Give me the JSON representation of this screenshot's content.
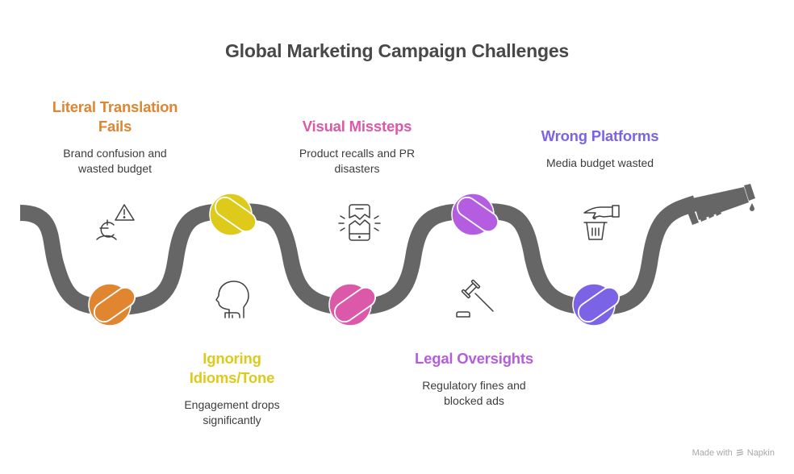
{
  "title": "Global Marketing Campaign Challenges",
  "colors": {
    "hose": "#666666",
    "orange": "#E08530",
    "yellow": "#DDCA1B",
    "pink": "#DC58A8",
    "violet": "#B45DE0",
    "purple": "#7B63E6",
    "text": "#3c3c3c",
    "title": "#484848"
  },
  "challenges": [
    {
      "heading": "Literal Translation Fails",
      "heading_lines": [
        "Literal Translation",
        "Fails"
      ],
      "desc_lines": [
        "Brand confusion and",
        "wasted budget"
      ],
      "color": "#E08530",
      "icon": "euro-warning-icon"
    },
    {
      "heading": "Ignoring Idioms/Tone",
      "heading_lines": [
        "Ignoring",
        "Idioms/Tone"
      ],
      "desc_lines": [
        "Engagement drops",
        "significantly"
      ],
      "color": "#DDCA1B",
      "icon": "head-profile-icon"
    },
    {
      "heading": "Visual Missteps",
      "heading_lines": [
        "Visual Missteps"
      ],
      "desc_lines": [
        "Product recalls and PR",
        "disasters"
      ],
      "color": "#DC58A8",
      "icon": "broken-phone-icon"
    },
    {
      "heading": "Legal Oversights",
      "heading_lines": [
        "Legal Oversights"
      ],
      "desc_lines": [
        "Regulatory fines and",
        "blocked ads"
      ],
      "color": "#B45DE0",
      "icon": "gavel-icon"
    },
    {
      "heading": "Wrong Platforms",
      "heading_lines": [
        "Wrong Platforms"
      ],
      "desc_lines": [
        "Media budget wasted"
      ],
      "color": "#7B63E6",
      "icon": "hand-trash-icon"
    }
  ],
  "footer": {
    "made_with": "Made with",
    "brand": "Napkin"
  }
}
